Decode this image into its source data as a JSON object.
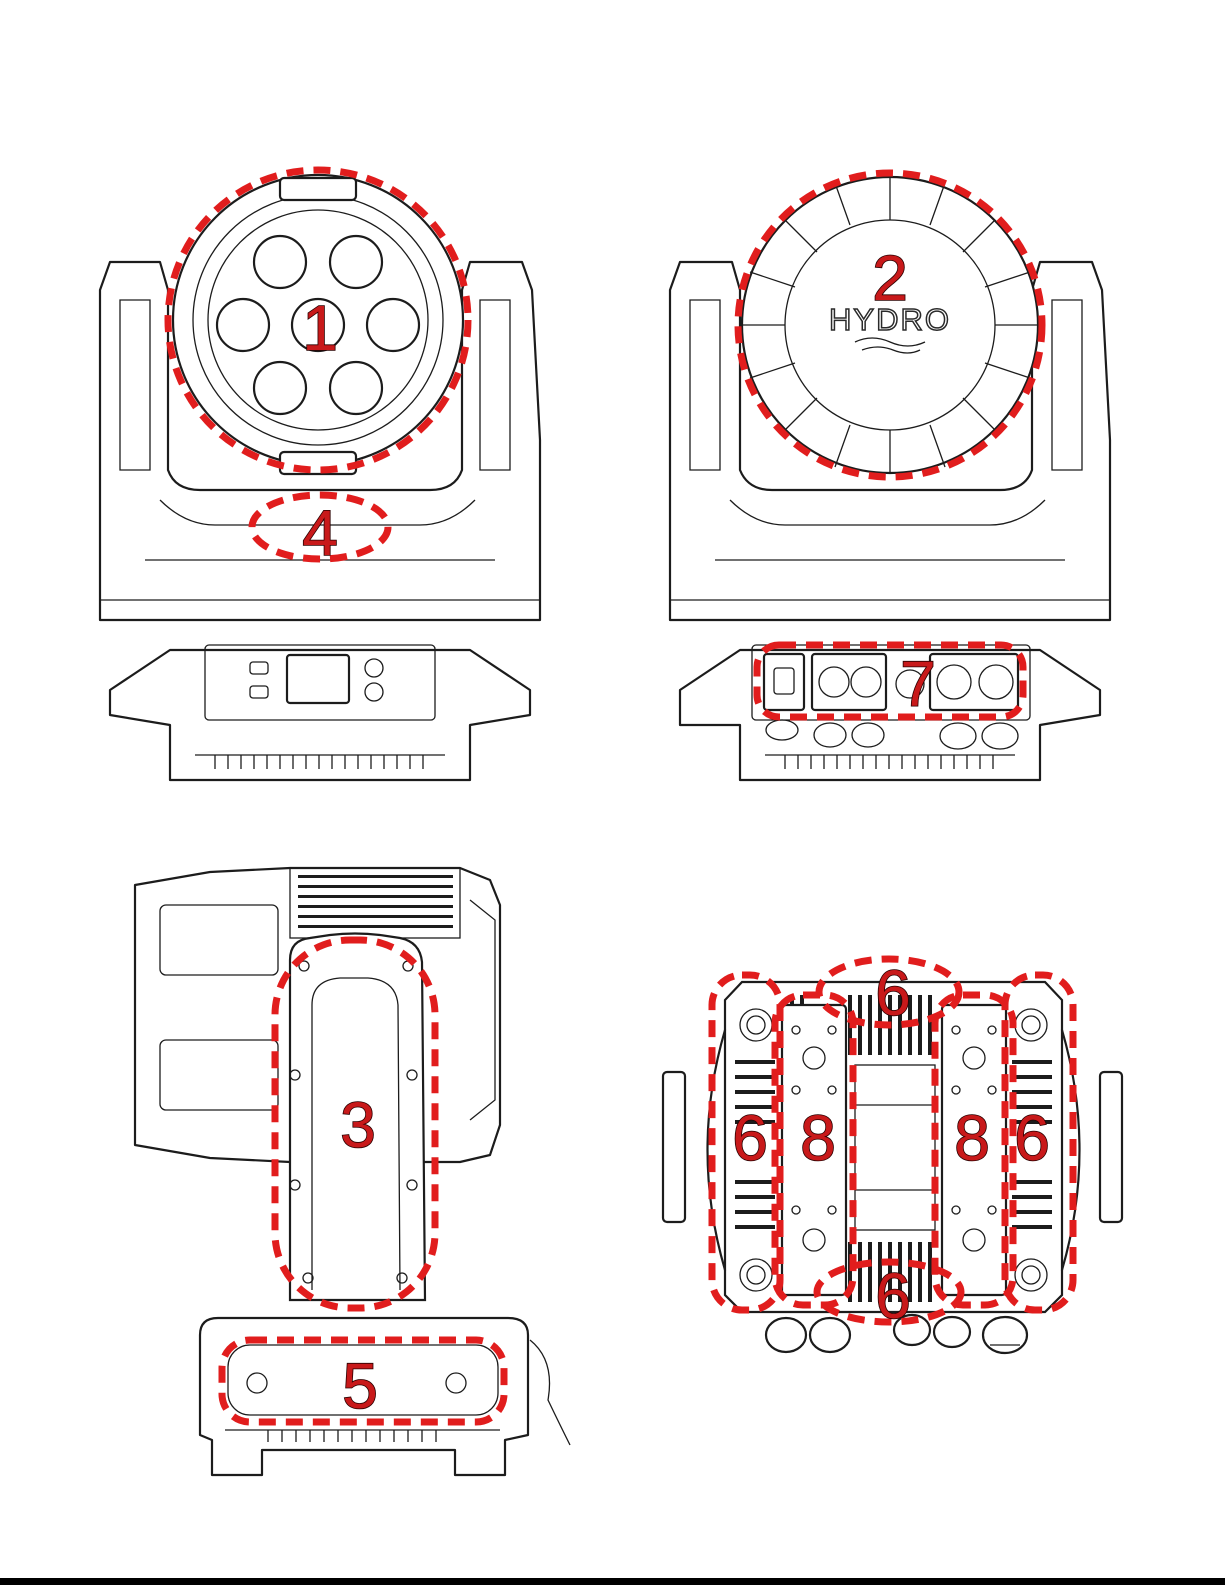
{
  "figure": {
    "callouts": {
      "front_lens": "1",
      "rear_cover": "2",
      "arm_side": "3",
      "yoke_handle": "4",
      "base_handle": "5",
      "heatsink_top": "6",
      "heatsink_left": "6",
      "heatsink_right": "6",
      "heatsink_bottom": "6",
      "connector_panel": "7",
      "mount_plate_left": "8",
      "mount_plate_right": "8"
    },
    "brand_logo": "HYDRO",
    "accent_color": "#e11d1d",
    "line_color": "#1c1c1c"
  }
}
